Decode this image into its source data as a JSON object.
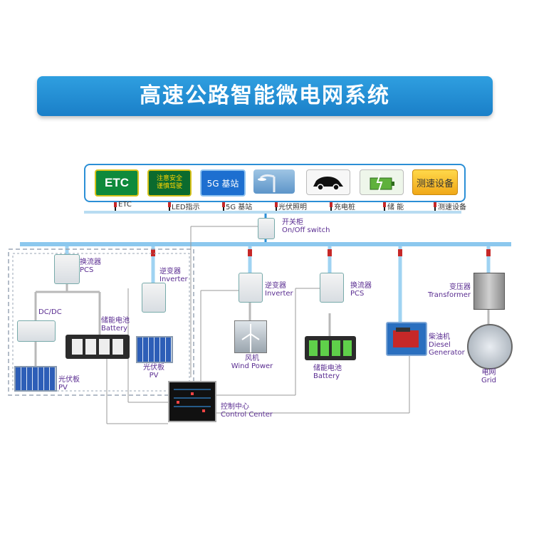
{
  "title": "高速公路智能微电网系统",
  "tiles": {
    "etc": "ETC",
    "safety_line1": "注意安全",
    "safety_line2": "谨慎驾驶",
    "base_station": "5G 基站"
  },
  "loads": [
    {
      "label": "ETC",
      "icon": "etc-sign-icon"
    },
    {
      "label": "LED指示",
      "icon": "led-sign-icon"
    },
    {
      "label": "5G 基站",
      "icon": "base-station-icon"
    },
    {
      "label": "光伏照明",
      "icon": "street-light-icon"
    },
    {
      "label": "充电桩",
      "icon": "electric-car-icon"
    },
    {
      "label": "储 能",
      "icon": "battery-charge-icon"
    },
    {
      "label": "测速设备",
      "icon": "speed-device-icon"
    }
  ],
  "speed_tile_label": "测速设备",
  "switch": {
    "cn": "开关柜",
    "en": "On/Off switch"
  },
  "left_group": {
    "pcs": {
      "cn": "换流器",
      "en": "PCS"
    },
    "dcdc": "DC/DC",
    "battery": {
      "cn": "储能电池",
      "en": "Battery"
    },
    "pv": {
      "cn": "光伏板",
      "en": "PV"
    }
  },
  "pv_group": {
    "inverter": {
      "cn": "逆变器",
      "en": "Inverter"
    },
    "pv": {
      "cn": "光伏板",
      "en": "PV"
    }
  },
  "wind_group": {
    "inverter": {
      "cn": "逆变器",
      "en": "Inverter"
    },
    "wind": {
      "cn": "风机",
      "en": "Wind Power"
    }
  },
  "storage_group": {
    "pcs": {
      "cn": "换流器",
      "en": "PCS"
    },
    "battery": {
      "cn": "储能电池",
      "en": "Battery"
    }
  },
  "diesel": {
    "cn": "柴油机",
    "en1": "Diesel",
    "en2": "Generator"
  },
  "transformer": {
    "cn": "变压器",
    "en": "Transformer"
  },
  "grid": {
    "cn": "电网",
    "en": "Grid"
  },
  "control": {
    "cn": "控制中心",
    "en": "Control Center"
  },
  "colors": {
    "title_blue": "#1a7fc8",
    "bus_blue": "#2b8fd6",
    "label_purple": "#5a2d91",
    "breaker_red": "#c62828"
  }
}
